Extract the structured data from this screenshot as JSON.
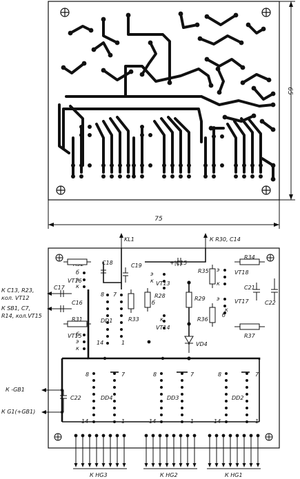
{
  "top_board": {
    "dim_width": "75",
    "dim_height": "65"
  },
  "bottom_board": {
    "components": {
      "kl1": "KL1",
      "r30": "К R30, C14",
      "r32": "R32",
      "r34": "R34",
      "c18": "C18",
      "c19": "C19",
      "c15": "+|C15",
      "vt16": "VT16",
      "vt13": "VT13",
      "vt18": "VT18",
      "vt17": "VT17",
      "vt14": "VT14",
      "vt15": "VT15",
      "vd4": "VD4",
      "r35": "R35",
      "r28": "R28",
      "r29": "R29",
      "r33": "R33",
      "r36": "R36",
      "r31": "R31",
      "r37": "R37",
      "c17": "C17",
      "c16": "C16",
      "c21": "C21",
      "c22a": "C22",
      "c22b": "C22",
      "dd1": "DD1",
      "dd4": "DD4",
      "dd3": "DD3",
      "dd2": "DD2"
    },
    "left_labels": {
      "l1": "К C13, R23,",
      "l2": "кол. VT12",
      "l3": "К SB1, C7,",
      "l4": "R14, кол.VT15",
      "gb_minus": "К -GB1",
      "gb_plus": "К G1(+GB1)"
    },
    "bottom_labels": {
      "hg3": "К HG3",
      "hg2": "К HG2",
      "hg1": "К HG1"
    },
    "pins": {
      "b": "б",
      "e": "э",
      "k": "к",
      "p8": "8",
      "p7": "7",
      "p14": "14",
      "p1": "1"
    }
  }
}
